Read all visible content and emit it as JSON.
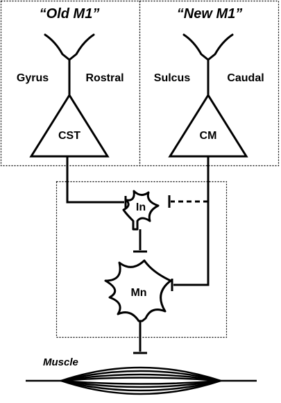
{
  "panels": {
    "old_m1": {
      "title": "“Old M1”",
      "left_label": "Gyrus",
      "right_label": "Rostral",
      "neuron_label": "CST"
    },
    "new_m1": {
      "title": "“New M1”",
      "left_label": "Sulcus",
      "right_label": "Caudal",
      "neuron_label": "CM"
    }
  },
  "spinal": {
    "interneuron_label": "In",
    "motoneuron_label": "Mn"
  },
  "muscle": {
    "label": "Muscle"
  }
}
